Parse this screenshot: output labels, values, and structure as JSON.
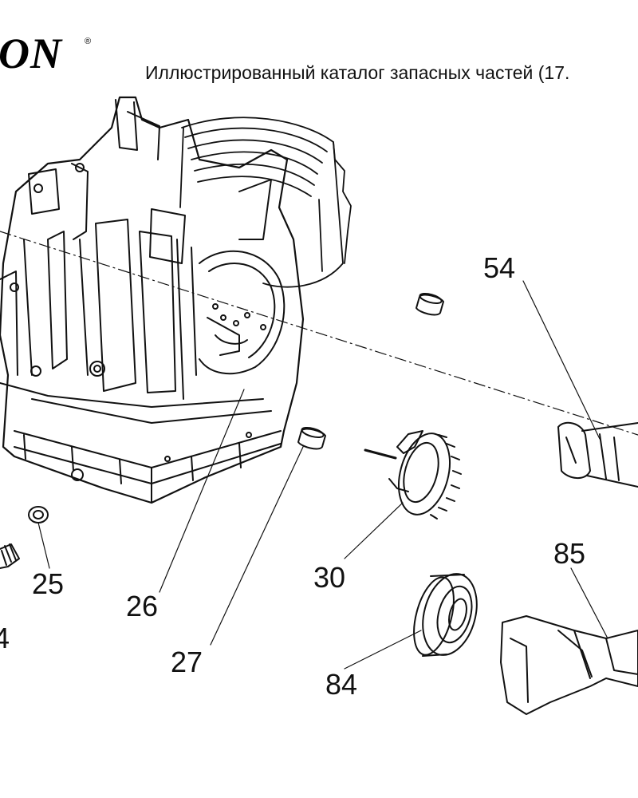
{
  "header": {
    "logo_text": "ON",
    "logo_mark": "®",
    "title": "Иллюстрированный каталог запасных частей (17."
  },
  "callouts": {
    "c54": "54",
    "c25": "25",
    "c26": "26",
    "c27": "27",
    "c30": "30",
    "c84": "84",
    "c85": "85",
    "c4": "4"
  }
}
